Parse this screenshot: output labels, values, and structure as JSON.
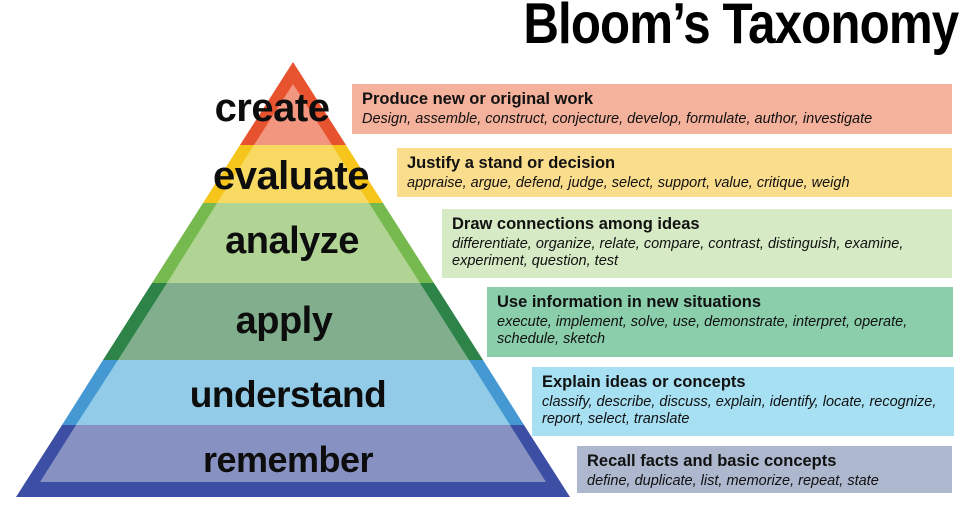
{
  "title": "Bloom’s Taxonomy",
  "pyramid": {
    "levels": [
      {
        "label": "create",
        "heading": "Produce new or original work",
        "verbs": "Design, assemble, construct, conjecture, develop, formulate, author, investigate",
        "colors": {
          "outer": "#e7532e",
          "inner": "#f29680",
          "box": "#f4b19c"
        }
      },
      {
        "label": "evaluate",
        "heading": "Justify a stand or decision",
        "verbs": "appraise, argue, defend, judge, select, support, value, critique, weigh",
        "colors": {
          "outer": "#f5c51c",
          "inner": "#f8da62",
          "box": "#fbde8d"
        }
      },
      {
        "label": "analyze",
        "heading": "Draw connections among ideas",
        "verbs": "differentiate, organize, relate, compare, contrast, distinguish, examine, experiment, question, test",
        "colors": {
          "outer": "#76ba4f",
          "inner": "#b1d494",
          "box": "#d6eac5"
        }
      },
      {
        "label": "apply",
        "heading": "Use information in new situations",
        "verbs": "execute, implement, solve, use, demonstrate, interpret, operate, schedule, sketch",
        "colors": {
          "outer": "#2e8448",
          "inner": "#81af8d",
          "box": "#8bceab"
        }
      },
      {
        "label": "understand",
        "heading": "Explain ideas or concepts",
        "verbs": "classify, describe, discuss, explain, identify, locate, recognize, report, select, translate",
        "colors": {
          "outer": "#4599d3",
          "inner": "#91cbe8",
          "box": "#a7dff3"
        }
      },
      {
        "label": "remember",
        "heading": "Recall facts and basic concepts",
        "verbs": "define, duplicate, list, memorize, repeat, state",
        "colors": {
          "outer": "#3c4fa4",
          "inner": "#8791c2",
          "box": "#adb8ce"
        }
      }
    ]
  }
}
